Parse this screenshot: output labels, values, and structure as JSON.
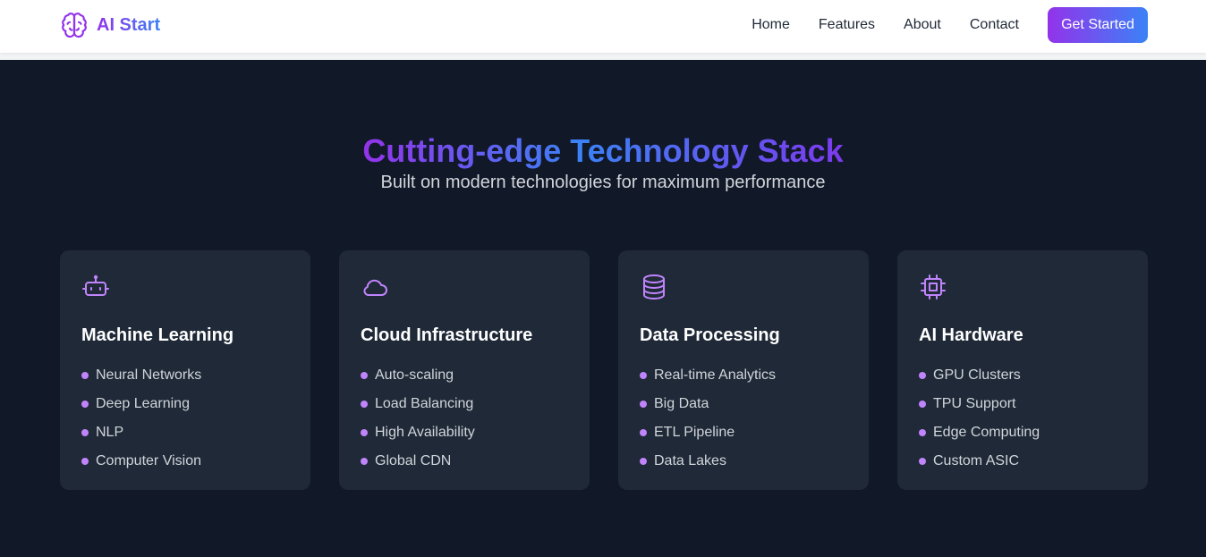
{
  "header": {
    "brand": "AI Start",
    "nav": [
      "Home",
      "Features",
      "About",
      "Contact"
    ],
    "cta_label": "Get Started"
  },
  "hero": {
    "title": "Cutting-edge Technology Stack",
    "subtitle": "Built on modern technologies for maximum performance"
  },
  "cards": [
    {
      "icon": "robot-icon",
      "title": "Machine Learning",
      "items": [
        "Neural Networks",
        "Deep Learning",
        "NLP",
        "Computer Vision"
      ]
    },
    {
      "icon": "cloud-icon",
      "title": "Cloud Infrastructure",
      "items": [
        "Auto-scaling",
        "Load Balancing",
        "High Availability",
        "Global CDN"
      ]
    },
    {
      "icon": "database-icon",
      "title": "Data Processing",
      "items": [
        "Real-time Analytics",
        "Big Data",
        "ETL Pipeline",
        "Data Lakes"
      ]
    },
    {
      "icon": "chip-icon",
      "title": "AI Hardware",
      "items": [
        "GPU Clusters",
        "TPU Support",
        "Edge Computing",
        "Custom ASIC"
      ]
    }
  ],
  "colors": {
    "accent_purple": "#9333ea",
    "accent_blue": "#3b82f6",
    "page_bg": "#111827",
    "card_bg": "#1f2937",
    "bullet": "#c084fc",
    "icon": "#c084fc"
  }
}
